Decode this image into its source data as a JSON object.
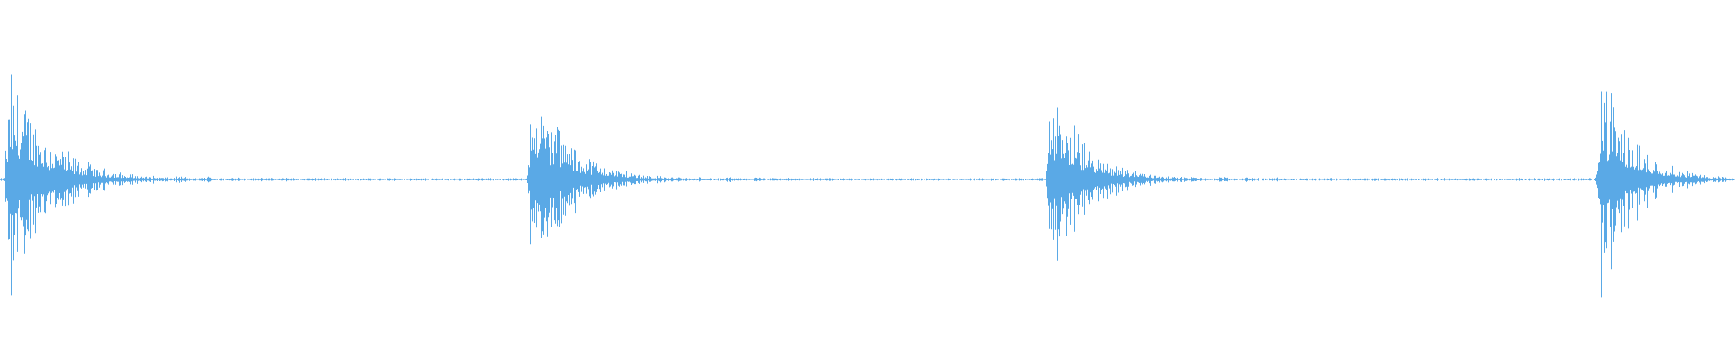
{
  "waveform": {
    "color": "#5aa9e6",
    "background": "#ffffff",
    "description_free": true,
    "bursts": [
      {
        "center": 0.006,
        "peak": 1.0,
        "attack": 0.004,
        "decay": 0.065,
        "tail_level": 0.06
      },
      {
        "center": 0.307,
        "peak": 0.95,
        "attack": 0.004,
        "decay": 0.06,
        "tail_level": 0.05
      },
      {
        "center": 0.606,
        "peak": 0.82,
        "attack": 0.004,
        "decay": 0.06,
        "tail_level": 0.05
      },
      {
        "center": 0.923,
        "peak": 0.95,
        "attack": 0.004,
        "decay": 0.055,
        "tail_level": 0.05
      }
    ]
  }
}
